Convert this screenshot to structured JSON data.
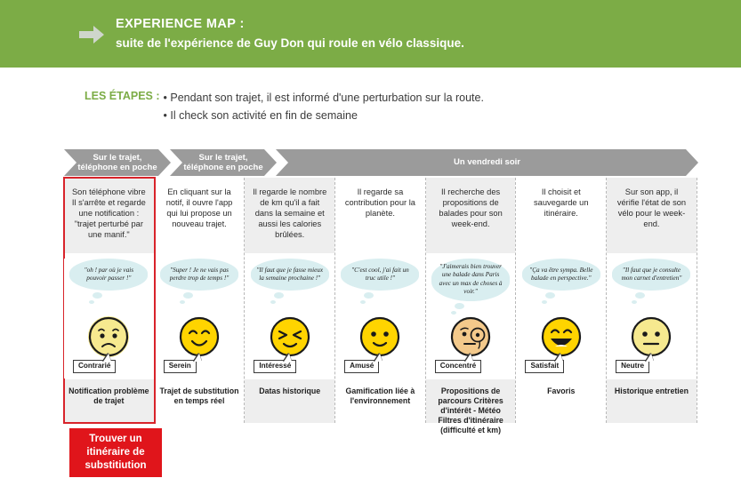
{
  "header": {
    "arrow_icon": "arrow-right-icon",
    "title": "EXPERIENCE MAP :",
    "subtitle": "suite de l'expérience de Guy Don qui roule en vélo classique.",
    "background_color": "#7cac46"
  },
  "steps": {
    "label": "LES ÉTAPES :",
    "label_color": "#7cac46",
    "items": [
      "• Pendant son trajet, il est informé d'une perturbation sur la route.",
      "• Il check son activité en fin de semaine"
    ]
  },
  "phases": [
    {
      "label": "Sur le trajet,\ntéléphone en poche",
      "line1": "Sur le trajet,",
      "line2": "téléphone en poche"
    },
    {
      "label": "Sur le trajet,\ntéléphone en poche",
      "line1": "Sur le trajet,",
      "line2": "téléphone en poche"
    },
    {
      "label": "Un vendredi soir",
      "line1": "Un vendredi soir",
      "line2": ""
    }
  ],
  "phase_color": "#9b9b9b",
  "highlight_color": "#d8232a",
  "columns": [
    {
      "description": "Son téléphone vibre Il s'arrête et regarde une notification : \"trajet perturbé par une manif.\"",
      "quote": "\"oh ! par où je vais pouvoir passer !\"",
      "emotion": "Contrarié",
      "face": "sad",
      "face_color": "#f6e98f",
      "feature": "Notification problème de trajet",
      "highlighted": true,
      "shaded": true
    },
    {
      "description": "En cliquant sur la notif, il ouvre l'app qui lui propose un nouveau trajet.",
      "quote": "\"Super ! Je ne vais pas perdre trop de temps !\"",
      "emotion": "Serein",
      "face": "smile",
      "face_color": "#ffd400",
      "feature": "Trajet de substitution en temps réel",
      "highlighted": false,
      "shaded": false
    },
    {
      "description": "Il regarde le nombre de km qu'il a fait dans la semaine et aussi les calories brûlées.",
      "quote": "\"Il faut que je fasse mieux la semaine prochaine !\"",
      "emotion": "Intéressé",
      "face": "squint",
      "face_color": "#ffd400",
      "feature": "Datas historique",
      "highlighted": false,
      "shaded": true
    },
    {
      "description": "Il regarde sa contribution pour la planète.",
      "quote": "\"C'est cool, j'ai fait un truc utile !\"",
      "emotion": "Amusé",
      "face": "dot-smile",
      "face_color": "#ffd400",
      "feature": "Gamification liée à l'environnement",
      "highlighted": false,
      "shaded": false
    },
    {
      "description": "Il recherche des propositions de balades pour son week-end.",
      "quote": "\"J'aimerais bien trouver une balade dans Paris avec un max de choses à voir.\"",
      "emotion": "Concentré",
      "face": "monocle",
      "face_color": "#f3c98b",
      "feature": "Propositions de parcours Critères d'intérêt - Météo Filtres d'itinéraire (difficulté et km)",
      "highlighted": false,
      "shaded": true
    },
    {
      "description": "Il choisit et sauvegarde un itinéraire.",
      "quote": "\"Ça va être sympa. Belle balade en perspective.\"",
      "emotion": "Satisfait",
      "face": "grin",
      "face_color": "#ffd400",
      "feature": "Favoris",
      "highlighted": false,
      "shaded": false
    },
    {
      "description": "Sur son app, il vérifie l'état de son vélo pour le week-end.",
      "quote": "\"Il faut que je consulte mon carnet d'entretien\"",
      "emotion": "Neutre",
      "face": "neutral",
      "face_color": "#f6e98f",
      "feature": "Historique entretien",
      "highlighted": false,
      "shaded": true
    }
  ],
  "cta": {
    "label": "Trouver un itinéraire de substitiution",
    "color": "#e0151b"
  }
}
